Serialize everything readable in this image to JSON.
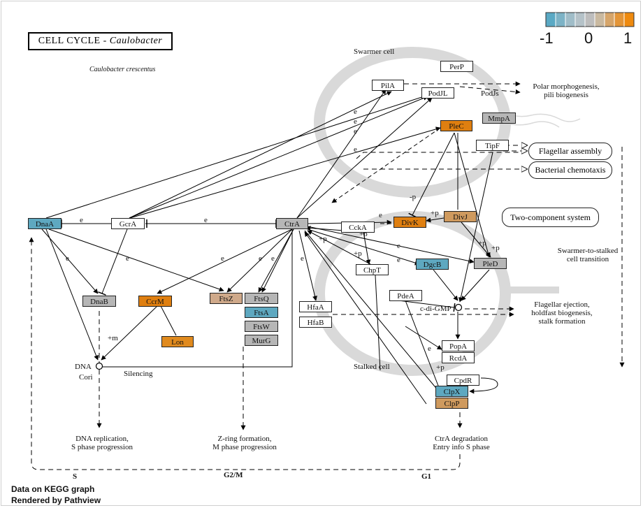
{
  "title": {
    "main": "CELL CYCLE - ",
    "organism_italic": "Caulobacter"
  },
  "species": "Caulobacter crescentus",
  "legend": {
    "min_label": "-1",
    "mid_label": "0",
    "max_label": "1",
    "colors": [
      "#5aa9c4",
      "#7db3c6",
      "#a0bdc8",
      "#b5c2c8",
      "#bdbdbd",
      "#c9b9a0",
      "#d6a56a",
      "#e39538",
      "#ee8a0f"
    ]
  },
  "colors": {
    "blue": "#5ea8c0",
    "orange": "#e08a1e",
    "tan": "#cfa072",
    "grey": "#b6b6b6",
    "white": "#ffffff",
    "light_orange": "#df8f2a"
  },
  "genes": {
    "DnaA": "DnaA",
    "GcrA": "GcrA",
    "CtrA": "CtrA",
    "DnaB": "DnaB",
    "CcrM": "CcrM",
    "Lon": "Lon",
    "FtsZ": "FtsZ",
    "FtsQ": "FtsQ",
    "FtsA": "FtsA",
    "FtsW": "FtsW",
    "MurG": "MurG",
    "HfaA": "HfaA",
    "HfaB": "HfaB",
    "PilA": "PilA",
    "PerP": "PerP",
    "PodJL": "PodJL",
    "MmpA": "MmpA",
    "PleC": "PleC",
    "TipF": "TipF",
    "CckA": "CckA",
    "DivK": "DivK",
    "DivJ": "DivJ",
    "ChpT": "ChpT",
    "DgcB": "DgcB",
    "PleD": "PleD",
    "PdeA": "PdeA",
    "PopA": "PopA",
    "RcdA": "RcdA",
    "CpdR": "CpdR",
    "ClpX": "ClpX",
    "ClpP": "ClpP"
  },
  "labels": {
    "swarmer_cell": "Swarmer cell",
    "stalked_cell": "Stalked cell",
    "polar": [
      "Polar morphogenesis,",
      "pili biogenesis"
    ],
    "podjs": "PodJs",
    "flagellar_assembly": "Flagellar assembly",
    "bacterial_chemotaxis": "Bacterial chemotaxis",
    "two_component": "Two-component system",
    "swarmer_to_stalked": [
      "Swarmer-to-stalked",
      "cell transition"
    ],
    "flagellar_ejection": [
      "Flagellar ejection,",
      "holdfast biogenesis,",
      "stalk formation"
    ],
    "cdi_gmp": "c-di-GMP",
    "dna": "DNA",
    "cori": "Cori",
    "silencing": "Silencing",
    "plus_m": "+m",
    "dna_replication": [
      "DNA replication,",
      "S phase progression"
    ],
    "z_ring": [
      "Z-ring formation,",
      "M phase progression"
    ],
    "ctra_degradation": [
      "CtrA degradation",
      "Entry info S phase"
    ],
    "phase_s": "S",
    "phase_g2m": "G2/M",
    "phase_g1": "G1",
    "e": "e",
    "minus_p": "-p",
    "plus_p": "+p"
  },
  "footer": {
    "line1": "Data on KEGG graph",
    "line2": "Rendered by Pathview"
  }
}
